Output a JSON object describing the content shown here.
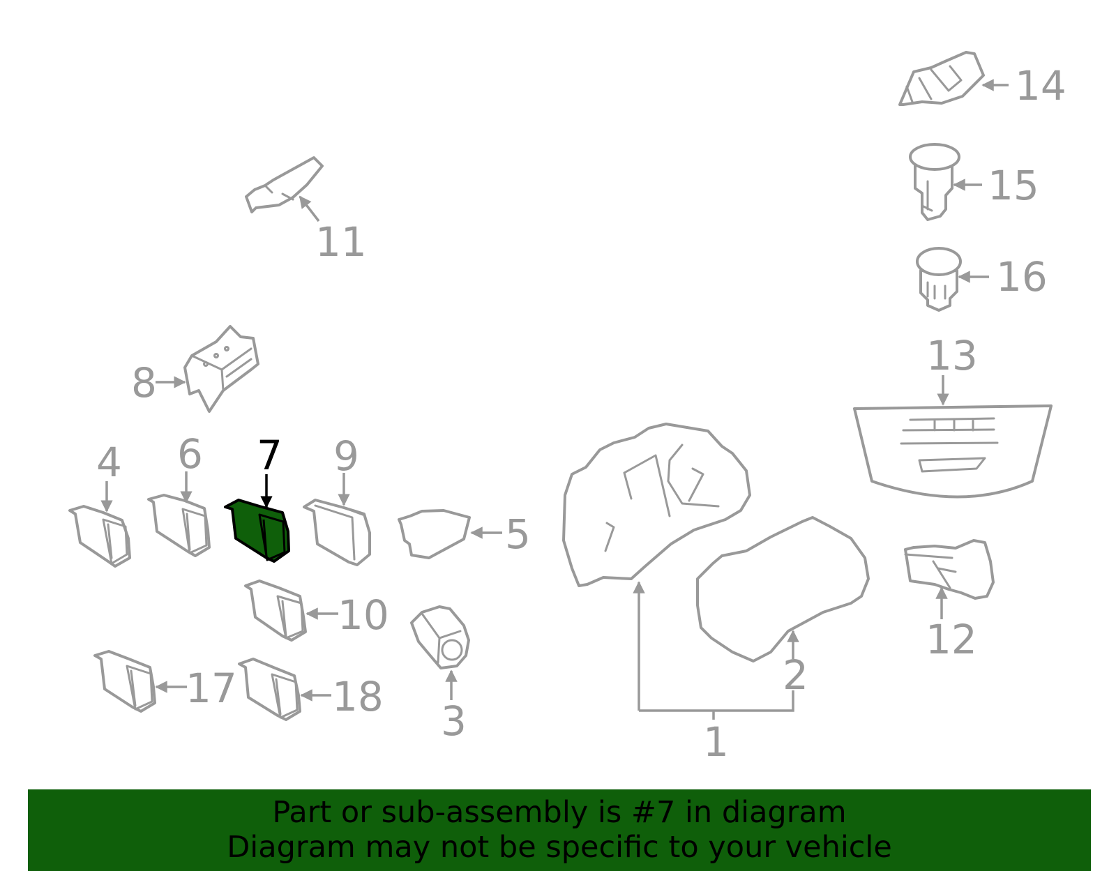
{
  "callouts": {
    "c1": "1",
    "c2": "2",
    "c3": "3",
    "c4": "4",
    "c5": "5",
    "c6": "6",
    "c7": "7",
    "c8": "8",
    "c9": "9",
    "c10": "10",
    "c11": "11",
    "c12": "12",
    "c13": "13",
    "c14": "14",
    "c15": "15",
    "c16": "16",
    "c17": "17",
    "c18": "18"
  },
  "highlighted_part": "7",
  "colors": {
    "part_outline": "#999999",
    "highlight_fill": "#0f5f0a",
    "highlight_outline": "#000000",
    "banner_background": "#0f5f0a",
    "banner_text": "#000000"
  },
  "banner": {
    "line1": "Part or sub-assembly is #7 in diagram",
    "line2": "Diagram may not be specific to your vehicle"
  }
}
